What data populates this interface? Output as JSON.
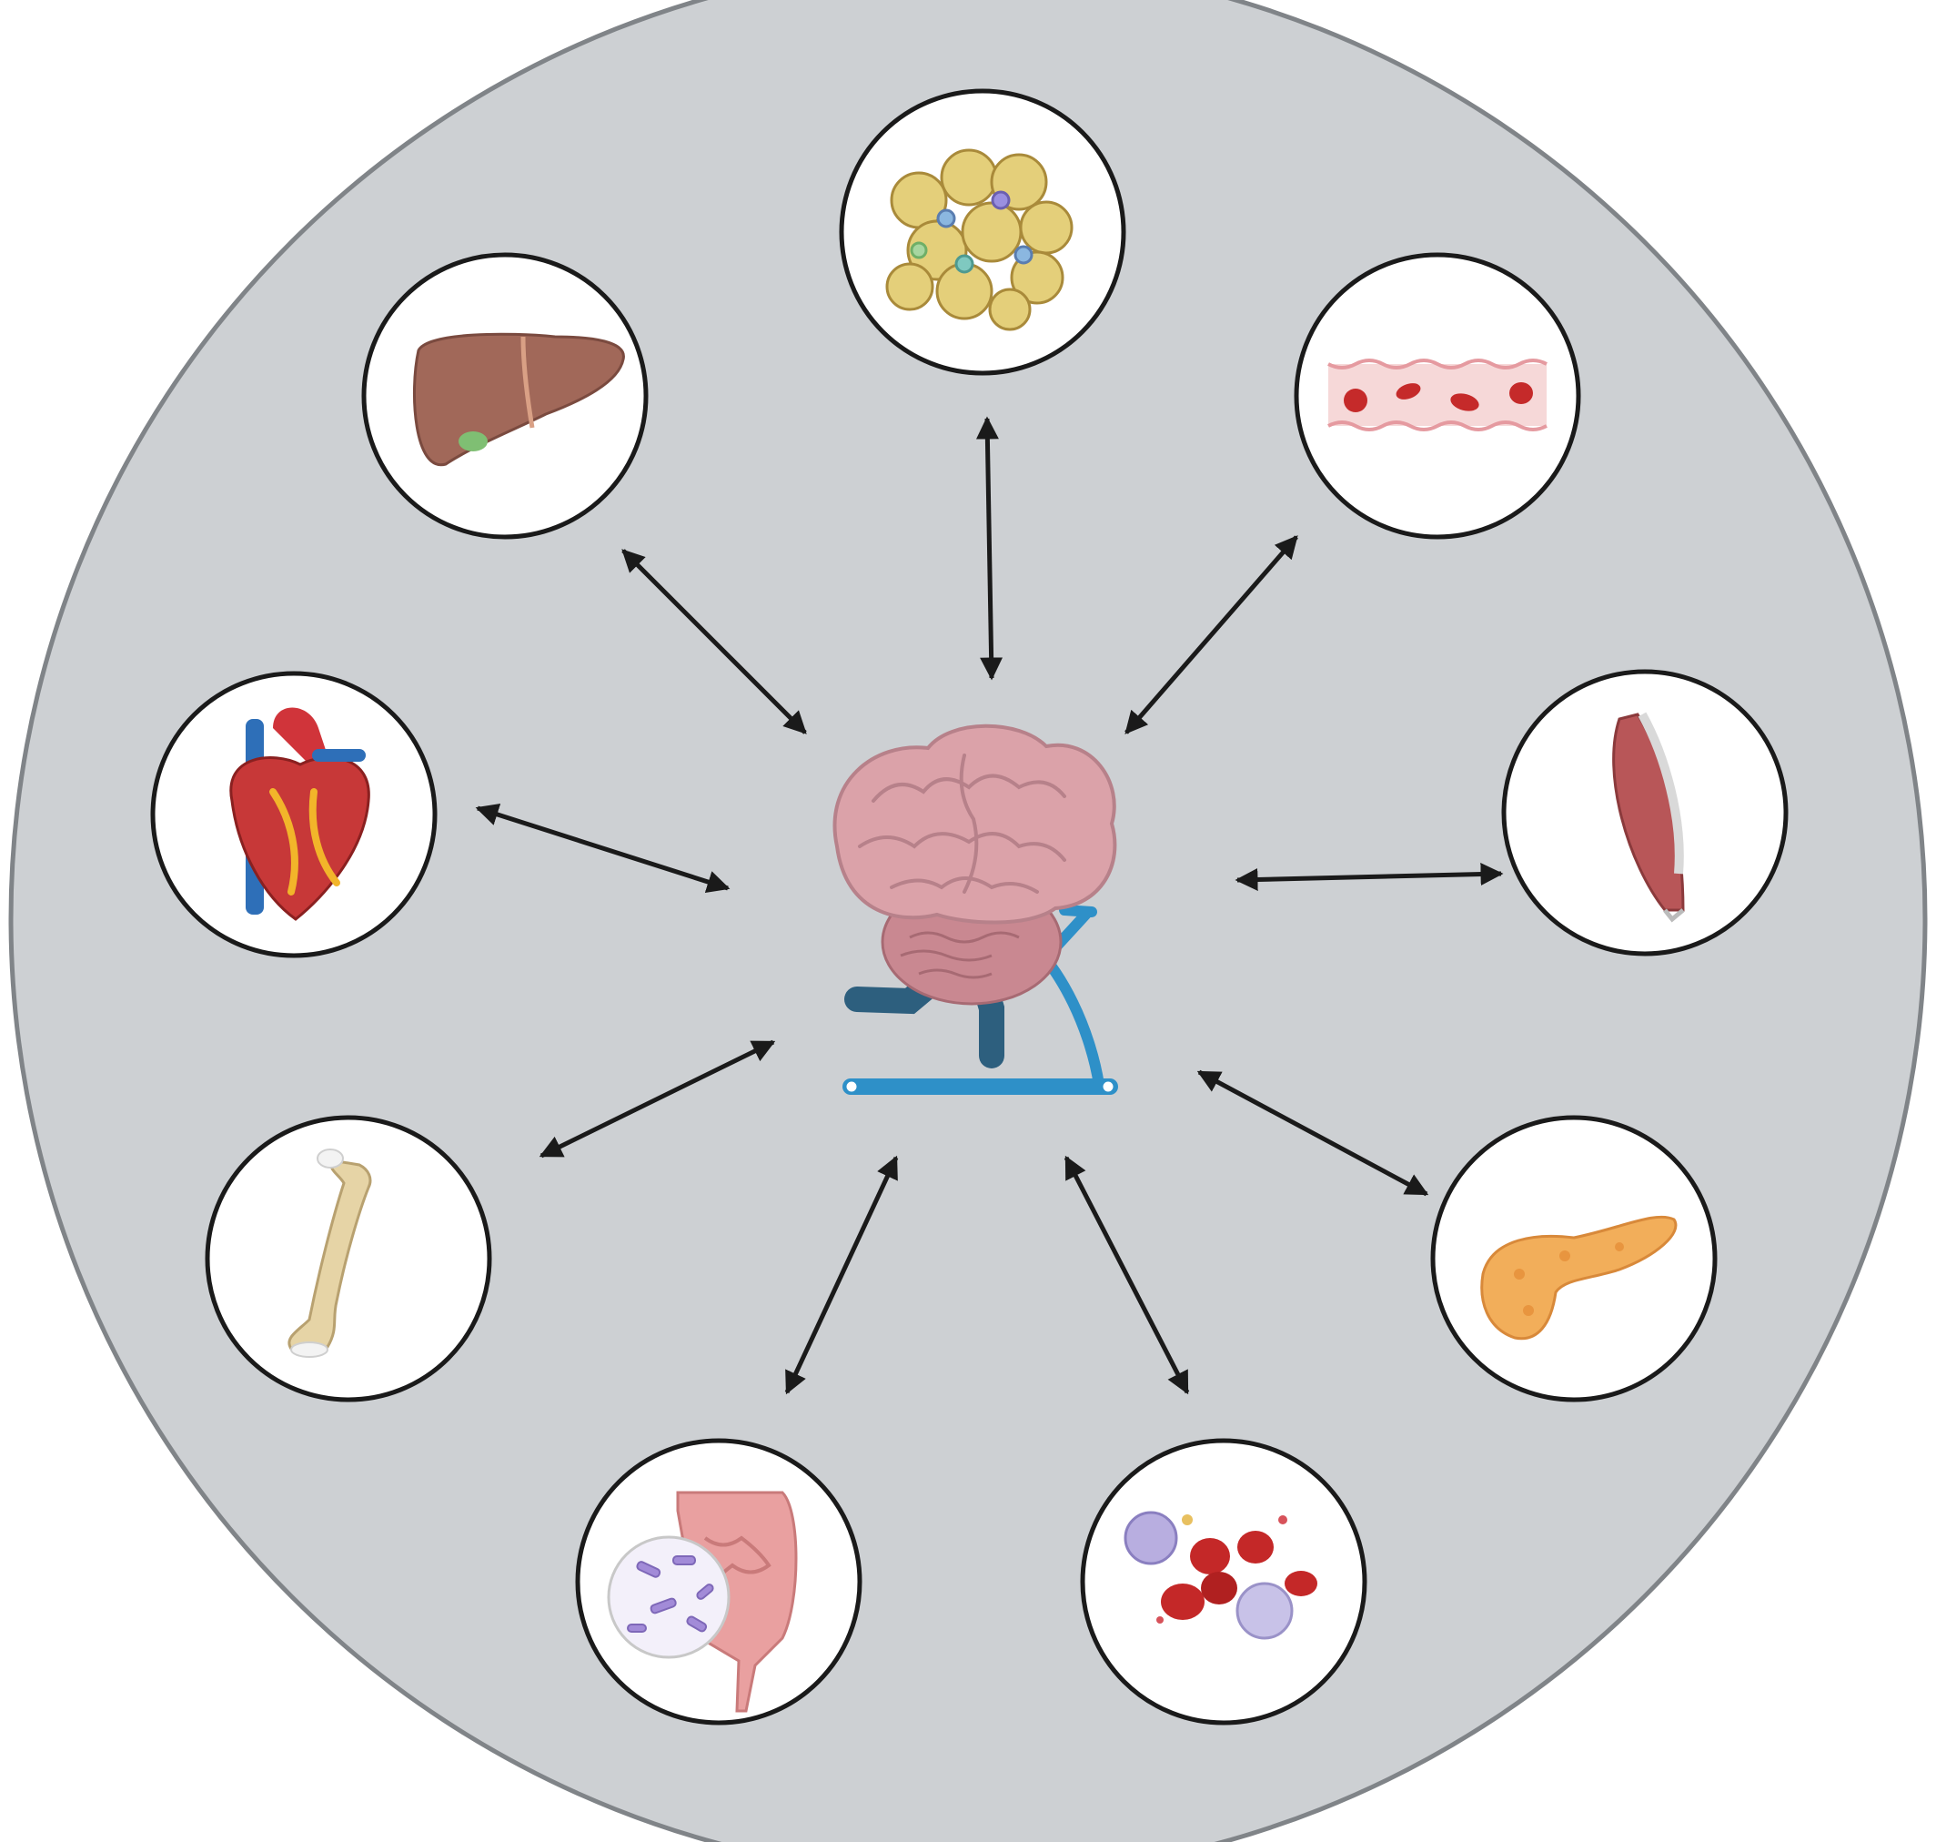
{
  "diagram": {
    "background_fill": "#CDD0D3",
    "background_stroke": "#808488",
    "arrow_color": "#1A1A1A",
    "center": {
      "icon": "brain-on-treadmill-icon",
      "brain_color": "#D89FA6",
      "legs_color": "#2D5F7E",
      "treadmill_color": "#2E90C8"
    },
    "organs": [
      {
        "id": "adipose",
        "icon": "adipose-tissue-icon"
      },
      {
        "id": "blood-vessel",
        "icon": "blood-vessel-icon"
      },
      {
        "id": "skeletal-muscle",
        "icon": "skeletal-muscle-icon"
      },
      {
        "id": "pancreas",
        "icon": "pancreas-icon"
      },
      {
        "id": "blood-cells",
        "icon": "blood-cells-icon"
      },
      {
        "id": "gut-microbiota",
        "icon": "gut-microbiota-icon"
      },
      {
        "id": "bone",
        "icon": "bone-icon"
      },
      {
        "id": "heart",
        "icon": "heart-icon"
      },
      {
        "id": "liver",
        "icon": "liver-icon"
      }
    ]
  }
}
